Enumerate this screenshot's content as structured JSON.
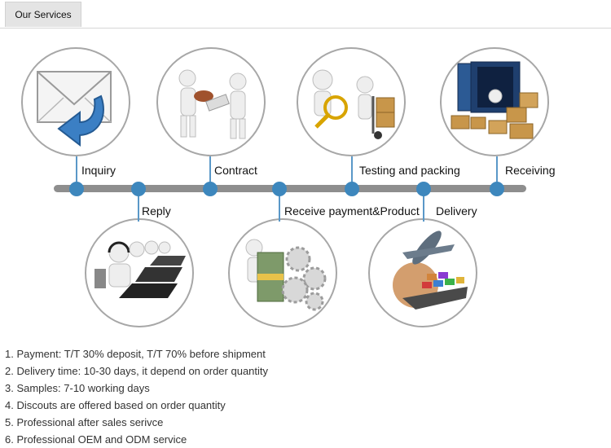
{
  "tab": {
    "label": "Our Services"
  },
  "steps": {
    "inquiry": "Inquiry",
    "reply": "Reply",
    "contract": "Contract",
    "payment": "Receive payment&Product",
    "testing": "Testing and packing",
    "delivery": "Delivery",
    "receiving": "Receiving"
  },
  "icons": {
    "inquiry": "envelope-reply-icon",
    "contract": "handshake-contract-icon",
    "testing": "magnifier-inspection-icon",
    "receiving": "container-boxes-icon",
    "reply": "call-center-icon",
    "payment": "money-gears-icon",
    "delivery": "plane-ship-icon"
  },
  "colors": {
    "accent": "#3d87bd",
    "timeline": "#8e8e8e"
  },
  "notes": [
    "1. Payment: T/T 30% deposit, T/T 70% before shipment",
    "2. Delivery time: 10-30 days, it depend on order quantity",
    "3. Samples: 7-10 working days",
    "4. Discouts are offered based on order quantity",
    "5. Professional after sales serivce",
    "6. Professional OEM and ODM service"
  ]
}
